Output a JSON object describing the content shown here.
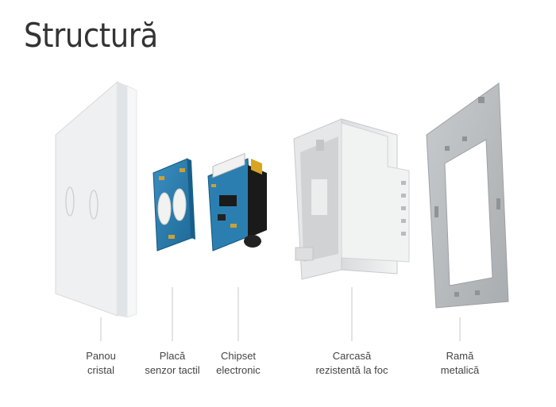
{
  "title": "Structură",
  "components": [
    {
      "line1": "Panou",
      "line2": "cristal"
    },
    {
      "line1": "Placă",
      "line2": "senzor tactil"
    },
    {
      "line1": "Chipset",
      "line2": "electronic"
    },
    {
      "line1": "Carcasă",
      "line2": "rezistentă la foc"
    },
    {
      "line1": "Ramă",
      "line2": "metalică"
    }
  ]
}
